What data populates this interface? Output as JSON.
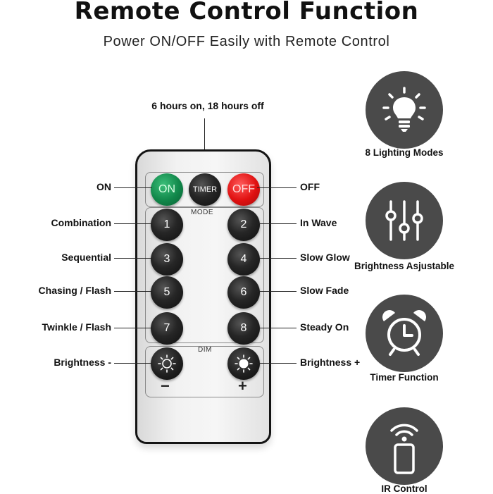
{
  "header": {
    "title": "Remote Control Function",
    "subtitle": "Power ON/OFF Easily with Remote Control"
  },
  "remote": {
    "timer_callout": "6 hours on, 18 hours off",
    "on_button": "ON",
    "timer_button": "TIMER",
    "off_button": "OFF",
    "mode_label": "MODE",
    "dim_label": "DIM",
    "mode_buttons": [
      "1",
      "2",
      "3",
      "4",
      "5",
      "6",
      "7",
      "8"
    ],
    "minus_sign": "−",
    "plus_sign": "+"
  },
  "labels": {
    "on": "ON",
    "off": "OFF",
    "combination": "Combination",
    "in_wave": "In Wave",
    "sequential": "Sequential",
    "slow_glow": "Slow Glow",
    "chasing_flash": "Chasing / Flash",
    "slow_fade": "Slow Fade",
    "twinkle_flash": "Twinkle / Flash",
    "steady_on": "Steady On",
    "brightness_minus": "Brightness -",
    "brightness_plus": "Brightness +"
  },
  "features": [
    {
      "label": "8 Lighting Modes",
      "icon": "lightbulb-icon"
    },
    {
      "label": "Brightness Asjustable",
      "icon": "sliders-icon"
    },
    {
      "label": "Timer Function",
      "icon": "alarm-clock-icon"
    },
    {
      "label": "IR Control",
      "icon": "remote-signal-icon"
    }
  ],
  "colors": {
    "on_button": "#11874a",
    "off_button": "#e01111",
    "button_dark": "#1a1a1a",
    "feature_circle": "#4a4a4a"
  }
}
